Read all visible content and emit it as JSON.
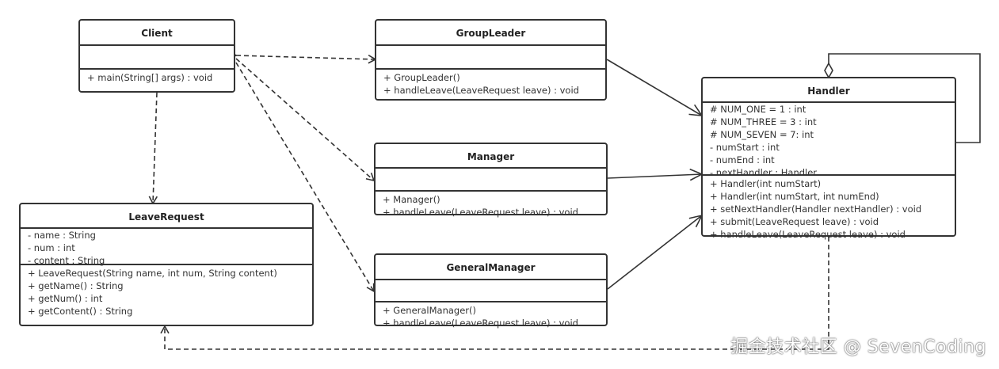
{
  "classes": [
    {
      "name": "Client",
      "attributes": [],
      "operations": [
        "+ main(String[] args) : void"
      ]
    },
    {
      "name": "GroupLeader",
      "attributes": [],
      "operations": [
        "+ GroupLeader()",
        "+ handleLeave(LeaveRequest leave) : void"
      ]
    },
    {
      "name": "Manager",
      "attributes": [],
      "operations": [
        "+ Manager()",
        "+ handleLeave(LeaveRequest leave) : void"
      ]
    },
    {
      "name": "GeneralManager",
      "attributes": [],
      "operations": [
        "+ GeneralManager()",
        "+ handleLeave(LeaveRequest leave) : void"
      ]
    },
    {
      "name": "LeaveRequest",
      "attributes": [
        "- name : String",
        "- num : int",
        "- content : String"
      ],
      "operations": [
        "+ LeaveRequest(String name, int num, String content)",
        "+ getName() : String",
        "+ getNum() : int",
        "+ getContent() : String"
      ]
    },
    {
      "name": "Handler",
      "attributes": [
        "# NUM_ONE = 1 :   int",
        "# NUM_THREE = 3 :   int",
        "# NUM_SEVEN = 7:   int",
        "- numStart :   int",
        "- numEnd :   int",
        "- nextHandler :   Handler"
      ],
      "operations": [
        "+ Handler(int numStart)",
        "+ Handler(int numStart, int numEnd)",
        "+ setNextHandler(Handler nextHandler) :   void",
        "+ submit(LeaveRequest leave) :   void",
        "+ handleLeave(LeaveRequest leave) :   void"
      ]
    }
  ],
  "relations": [
    {
      "type": "dependency",
      "from": "Client",
      "to": "GroupLeader"
    },
    {
      "type": "dependency",
      "from": "Client",
      "to": "Manager"
    },
    {
      "type": "dependency",
      "from": "Client",
      "to": "GeneralManager"
    },
    {
      "type": "dependency",
      "from": "Client",
      "to": "LeaveRequest"
    },
    {
      "type": "generalization",
      "from": "GroupLeader",
      "to": "Handler"
    },
    {
      "type": "generalization",
      "from": "Manager",
      "to": "Handler"
    },
    {
      "type": "generalization",
      "from": "GeneralManager",
      "to": "Handler"
    },
    {
      "type": "aggregation",
      "from": "Handler",
      "to": "Handler"
    },
    {
      "type": "dependency",
      "from": "Handler",
      "to": "LeaveRequest"
    }
  ],
  "watermark": "掘金技术社区 @ SevenCoding"
}
